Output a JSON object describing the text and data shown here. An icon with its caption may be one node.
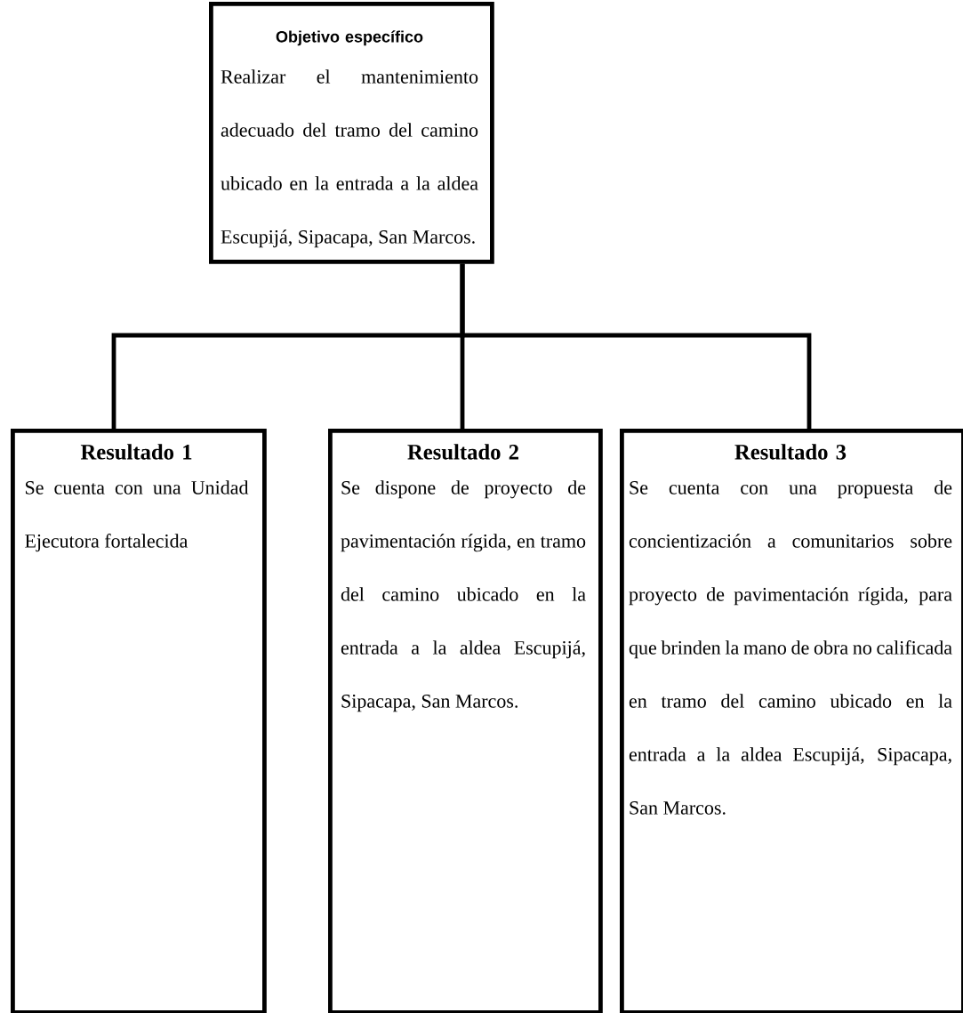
{
  "diagram": {
    "nodes": [
      {
        "text": [
          "Objetivo específico",
          "Realizar el mantenimiento adecuado del tramo del camino ubicado en la entrada a la aldea Escupijá, Sipacapa, San Marcos."
        ]
      },
      {
        "text": [
          "Resultado 1",
          "Se cuenta con una Unidad Ejecutora fortalecida"
        ]
      },
      {
        "text": [
          "Resultado 2",
          "Se dispone de proyecto de pavimentación rígida, en tramo del camino ubicado en la entrada a la aldea Escupijá, Sipacapa, San Marcos."
        ]
      },
      {
        "text": [
          "Resultado 3",
          "Se cuenta con una propuesta de concientización a comunitarios sobre proyecto de pavimentación rígida, para que brinden la mano de obra no calificada en tramo del camino ubicado en la entrada a la aldea Escupijá, Sipacapa, San Marcos."
        ]
      }
    ],
    "edges": [
      {
        "from": 0,
        "to": 1,
        "arrow": "none"
      },
      {
        "from": 0,
        "to": 2,
        "arrow": "none"
      },
      {
        "from": 0,
        "to": 3,
        "arrow": "none"
      }
    ]
  }
}
